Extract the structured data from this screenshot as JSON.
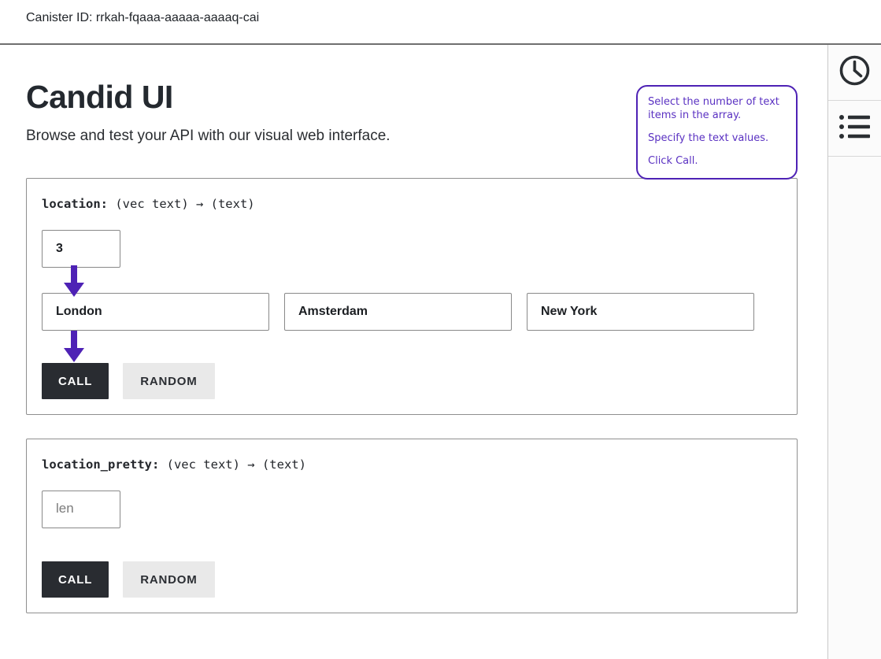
{
  "topbar": {
    "canister_id_label": "Canister ID: rrkah-fqaaa-aaaaa-aaaaq-cai"
  },
  "page": {
    "title": "Candid UI",
    "subtitle": "Browse and test your API with our visual web interface."
  },
  "tooltip": {
    "lines": [
      "Select the number of text items in the array.",
      "Specify the text values.",
      "Click Call."
    ]
  },
  "sidebar": {
    "icons": [
      "clock",
      "list"
    ]
  },
  "methods": [
    {
      "name_label": "location:",
      "signature": " (vec text) → (text)",
      "vec_length_value": "3",
      "items": [
        "London",
        "Amsterdam",
        "New York"
      ],
      "call_label": "CALL",
      "random_label": "RANDOM"
    },
    {
      "name_label": "location_pretty:",
      "signature": " (vec text) → (text)",
      "len_placeholder": "len",
      "call_label": "CALL",
      "random_label": "RANDOM"
    }
  ],
  "colors": {
    "accent_purple": "#4e22b5",
    "tooltip_text": "#5a31c2",
    "button_dark": "#292c31",
    "button_light": "#e9e9e9"
  }
}
